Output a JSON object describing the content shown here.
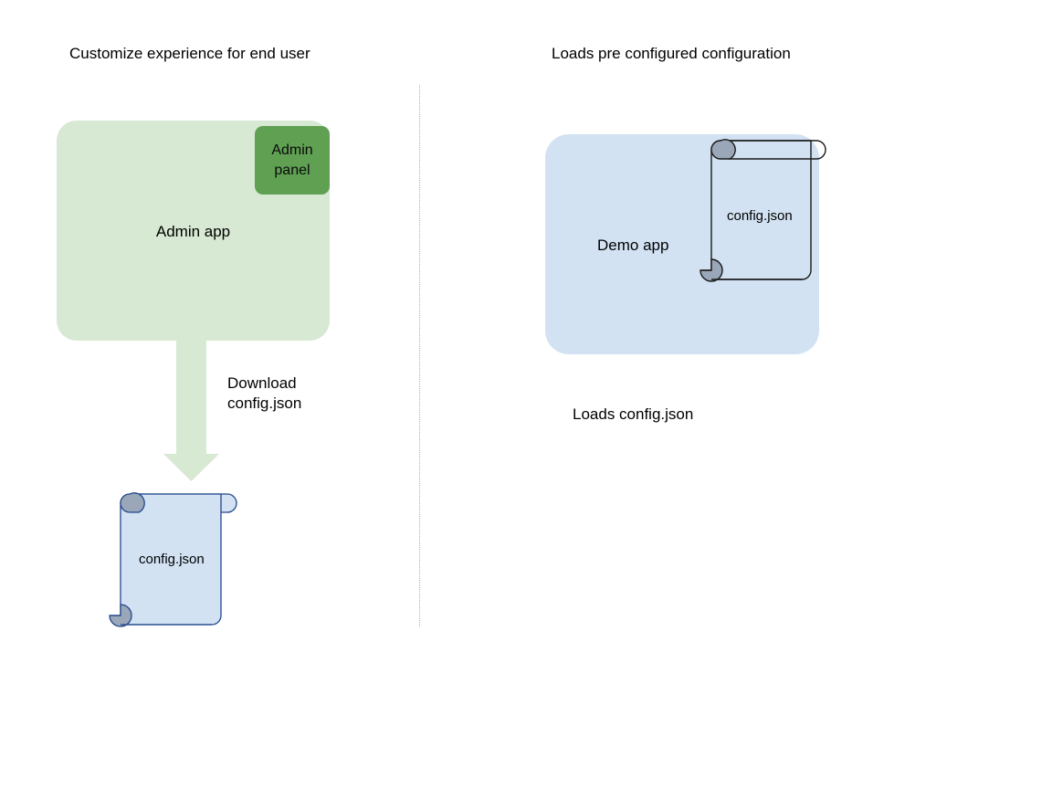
{
  "diagram": {
    "background_color": "#ffffff",
    "divider": {
      "name": "vertical-dotted-divider",
      "style": "dotted",
      "color": "#b0b0b0"
    },
    "left_panel": {
      "title": "Customize experience for end user",
      "app_box": {
        "label": "Admin app",
        "fill_color": "#d7e8d3"
      },
      "admin_panel": {
        "label": "Admin\npanel",
        "label_line1": "Admin",
        "label_line2": "panel",
        "fill_color": "#5fa052"
      },
      "arrow": {
        "icon": "down-arrow-icon",
        "fill_color": "#d7e8d3",
        "caption_line1": "Download",
        "caption_line2": "config.json"
      },
      "document": {
        "icon": "scroll-document-icon",
        "label": "config.json",
        "fill_color": "#d2e2f3",
        "stroke_color": "#23478a",
        "curl_color": "#9aa7b8"
      }
    },
    "right_panel": {
      "title": "Loads pre configured configuration",
      "app_box": {
        "label": "Demo app",
        "fill_color": "#d2e2f3"
      },
      "document": {
        "icon": "scroll-document-icon",
        "label": "config.json",
        "fill_color": "transparent",
        "stroke_color": "#1a1a1a",
        "curl_color": "#9aa7b8"
      },
      "caption": "Loads config.json"
    }
  }
}
